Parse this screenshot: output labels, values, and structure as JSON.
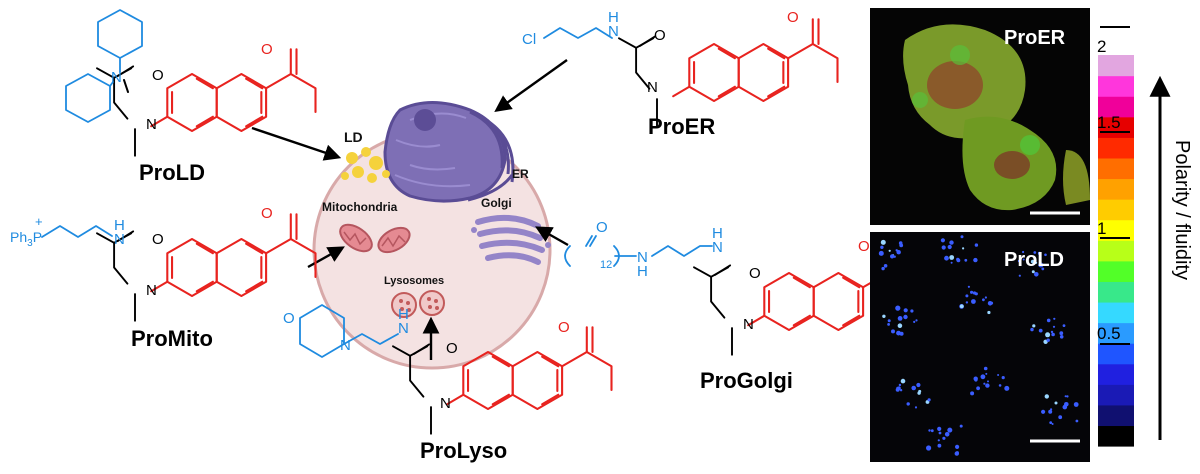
{
  "probes": {
    "er": "ProER",
    "ld": "ProLD",
    "mito": "ProMito",
    "golgi": "ProGolgi",
    "lyso": "ProLyso"
  },
  "organelles": {
    "ld": "LD",
    "er": "ER",
    "mito": "Mitochondria",
    "golgi": "Golgi",
    "lyso": "Lysosomes"
  },
  "atoms": {
    "o": "O",
    "n": "N",
    "h": "H",
    "cl": "Cl",
    "p_plus": "+",
    "ph3p_main": "Ph",
    "ph3p_sub": "3",
    "ph3p_p": "P",
    "chain_sub": "12"
  },
  "micrographs": {
    "top_label": "ProER",
    "bottom_label": "ProLD"
  },
  "colorbar": {
    "title": "Polarity / fluidity",
    "ticks": [
      "2",
      "1.5",
      "1",
      "0.5"
    ],
    "colors": [
      "#000000",
      "#101070",
      "#1a1ab5",
      "#2020e0",
      "#1f55ff",
      "#2a9bff",
      "#35d9ff",
      "#38e88a",
      "#52ff28",
      "#b8ff18",
      "#ffff00",
      "#ffcc00",
      "#ffa100",
      "#ff6e00",
      "#ff2a00",
      "#e60000",
      "#f0009a",
      "#ff36dc",
      "#e2a6e0"
    ]
  },
  "colors": {
    "scaffold_red": "#e8231f",
    "targeting_blue": "#1f8be0",
    "cell_fill": "#f4e2e2",
    "organelle_purple": "#6e5fa8"
  }
}
